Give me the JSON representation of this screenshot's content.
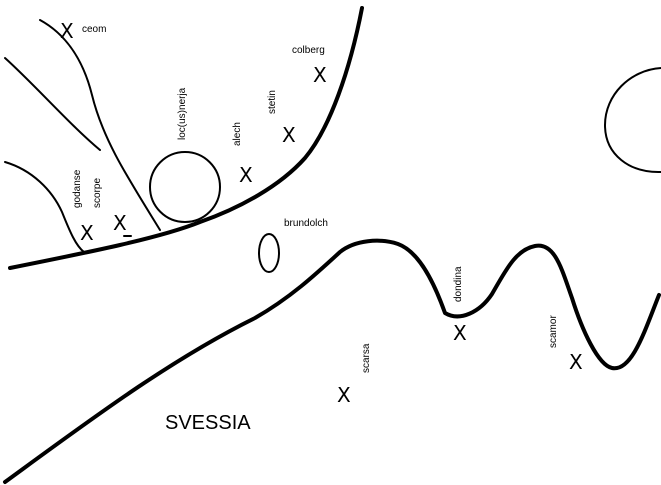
{
  "map": {
    "region_label": "SVESSIA",
    "places": [
      {
        "id": "ceom",
        "name": "ceom"
      },
      {
        "id": "colberg",
        "name": "colberg"
      },
      {
        "id": "stetin",
        "name": "stetin"
      },
      {
        "id": "alech",
        "name": "alech"
      },
      {
        "id": "locusnerja",
        "name": "loc(us)nerja"
      },
      {
        "id": "godanse",
        "name": "godanse"
      },
      {
        "id": "scorpe",
        "name": "scorpe"
      },
      {
        "id": "brundolch",
        "name": "brundolch"
      },
      {
        "id": "dondina",
        "name": "dondina"
      },
      {
        "id": "scamor",
        "name": "scamor"
      },
      {
        "id": "scarsa",
        "name": "scarsa"
      }
    ],
    "marker_symbol": "X"
  }
}
